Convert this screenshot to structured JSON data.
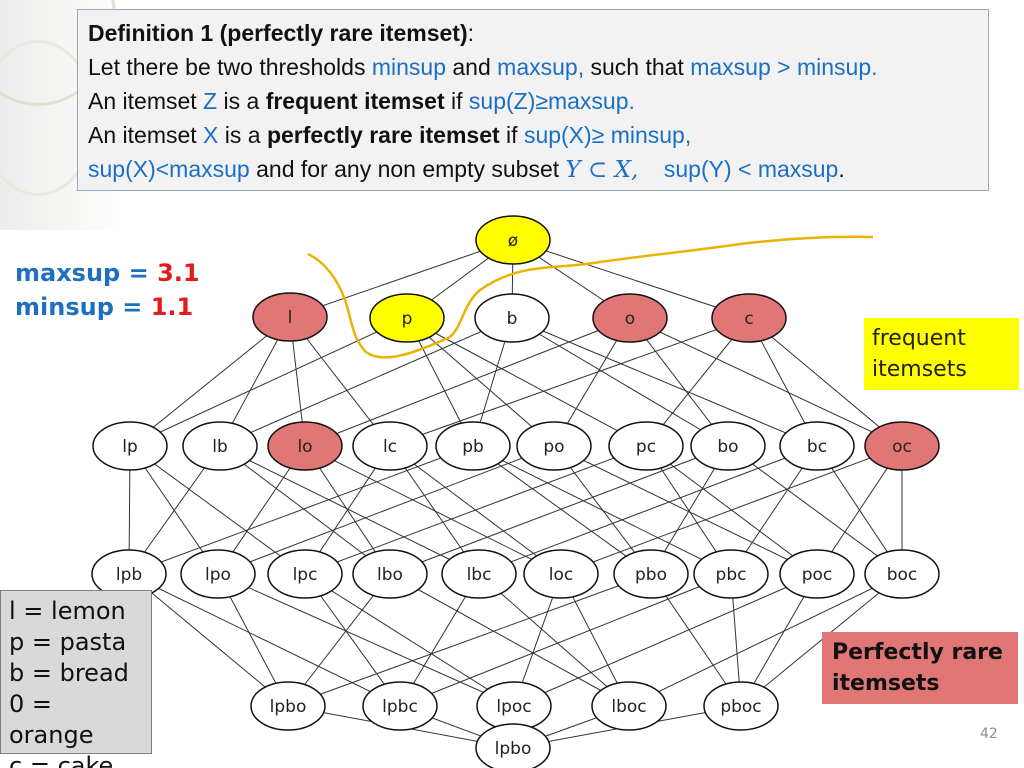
{
  "definition": {
    "title": "Definition 1 (perfectly rare itemset)",
    "title_colon": ":",
    "l1_a": "Let there be two thresholds ",
    "minsup": "minsup",
    "l1_and": " and ",
    "maxsup": "maxsup,",
    "l1_such": " such that ",
    "l1_cond": "maxsup > minsup.",
    "l2_a": "An itemset ",
    "l2_z": "Z",
    "l2_b": " is a ",
    "l2_frequent": "frequent itemset",
    "l2_c": " if ",
    "l2_cond": "sup(Z)≥maxsup.",
    "l3_a": "An itemset ",
    "l3_x": "X",
    "l3_b": " is a ",
    "l3_rare": "perfectly rare itemset",
    "l3_c": " if ",
    "l3_cond": "sup(X)≥ minsup,",
    "l4_cond": "sup(X)<maxsup",
    "l4_mid": " and for any non empty  subset ",
    "l4_math": "Y ⊂ X,",
    "l4_end": "sup(Y) < maxsup",
    "l4_period": "."
  },
  "params": {
    "maxsup_label": "maxsup = ",
    "maxsup_value": "3.1",
    "minsup_label": "minsup = ",
    "minsup_value": "1.1"
  },
  "lattice": {
    "nodes": [
      {
        "id": "empty",
        "label": "ø",
        "status": "frequent"
      },
      {
        "id": "l",
        "label": "l",
        "status": "rare"
      },
      {
        "id": "p",
        "label": "p",
        "status": "frequent"
      },
      {
        "id": "b",
        "label": "b",
        "status": "normal"
      },
      {
        "id": "o",
        "label": "o",
        "status": "rare"
      },
      {
        "id": "c",
        "label": "c",
        "status": "rare"
      },
      {
        "id": "lp",
        "label": "lp",
        "status": "normal"
      },
      {
        "id": "lb",
        "label": "lb",
        "status": "normal"
      },
      {
        "id": "lo",
        "label": "lo",
        "status": "rare"
      },
      {
        "id": "lc",
        "label": "lc",
        "status": "normal"
      },
      {
        "id": "pb",
        "label": "pb",
        "status": "normal"
      },
      {
        "id": "po",
        "label": "po",
        "status": "normal"
      },
      {
        "id": "pc",
        "label": "pc",
        "status": "normal"
      },
      {
        "id": "bo",
        "label": "bo",
        "status": "normal"
      },
      {
        "id": "bc",
        "label": "bc",
        "status": "normal"
      },
      {
        "id": "oc",
        "label": "oc",
        "status": "rare"
      },
      {
        "id": "lpb",
        "label": "lpb",
        "status": "normal"
      },
      {
        "id": "lpo",
        "label": "lpo",
        "status": "normal"
      },
      {
        "id": "lpc",
        "label": "lpc",
        "status": "normal"
      },
      {
        "id": "lbo",
        "label": "lbo",
        "status": "normal"
      },
      {
        "id": "lbc",
        "label": "lbc",
        "status": "normal"
      },
      {
        "id": "loc",
        "label": "loc",
        "status": "normal"
      },
      {
        "id": "pbo",
        "label": "pbo",
        "status": "normal"
      },
      {
        "id": "pbc",
        "label": "pbc",
        "status": "normal"
      },
      {
        "id": "poc",
        "label": "poc",
        "status": "normal"
      },
      {
        "id": "boc",
        "label": "boc",
        "status": "normal"
      },
      {
        "id": "lpbo",
        "label": "lpbo",
        "status": "normal"
      },
      {
        "id": "lpbc",
        "label": "lpbc",
        "status": "normal"
      },
      {
        "id": "lpoc",
        "label": "lpoc",
        "status": "normal"
      },
      {
        "id": "lboc",
        "label": "lboc",
        "status": "normal"
      },
      {
        "id": "pboc",
        "label": "pboc",
        "status": "normal"
      },
      {
        "id": "lpboc",
        "label": "lpbo",
        "status": "normal"
      }
    ],
    "colors": {
      "frequent": "#ffff00",
      "rare": "#e07676",
      "normal": "#ffffff",
      "border": "#111111",
      "boundary": "#e8b400"
    }
  },
  "labels": {
    "frequent_box": [
      "frequent",
      "itemsets"
    ],
    "rare_box": [
      "Perfectly rare",
      "itemsets"
    ],
    "legend": [
      "l = lemon",
      "p = pasta",
      "b = bread",
      "0 = orange",
      "c = cake"
    ]
  },
  "page_number": "42"
}
